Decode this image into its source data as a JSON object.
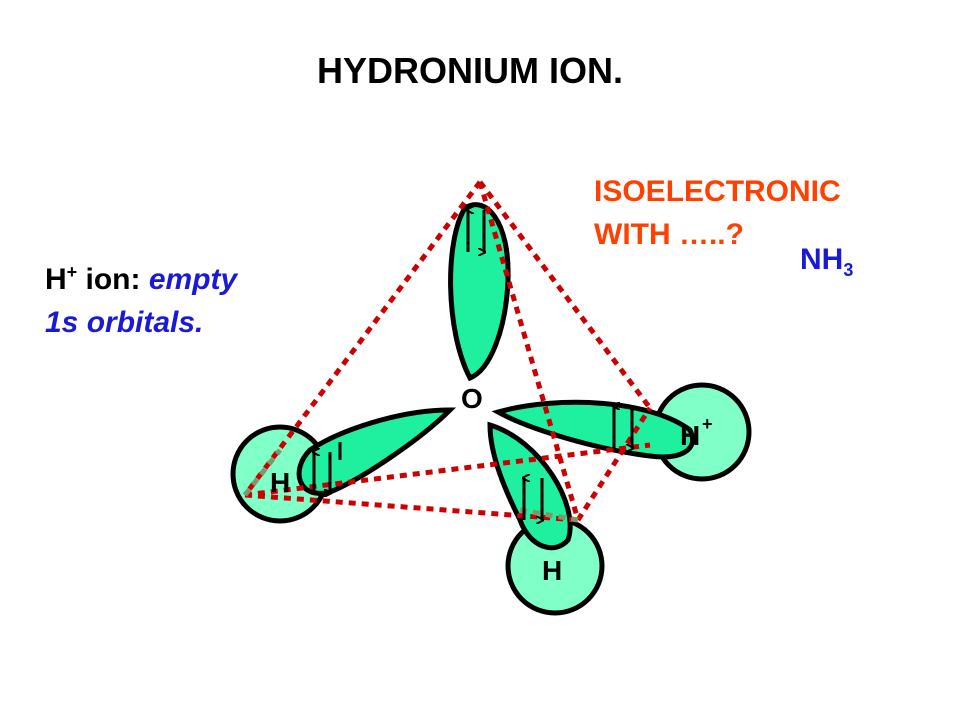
{
  "title": "HYDRONIUM ION.",
  "question": {
    "line1": "ISOELECTRONIC",
    "line2": "WITH …..?",
    "color": "#ff4000"
  },
  "answer": {
    "base": "NH",
    "subscript": "3",
    "color": "#1a1ad6"
  },
  "note": {
    "prefix": "H",
    "superscript": "+",
    "middle": " ion: ",
    "emphasis1": "empty",
    "emphasis2": "1s orbitals.",
    "emphasis_color": "#1a1ad6"
  },
  "atoms": {
    "center": "O",
    "left_h": "H",
    "bottom_h": "H",
    "right_h": "H",
    "right_h_charge": "+"
  },
  "colors": {
    "lobe_fill": "#1ff0a0",
    "h_fill": "#80ffc8",
    "dotted_edge": "#cc0000"
  }
}
